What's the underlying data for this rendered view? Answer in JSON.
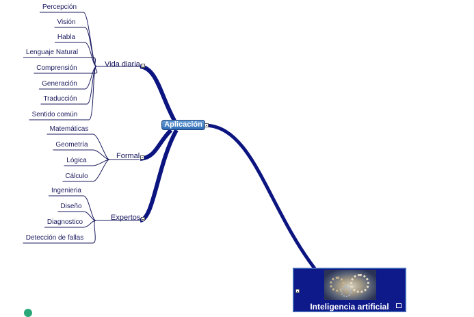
{
  "root": {
    "title": "Inteligencia artificial"
  },
  "center": {
    "label": "Aplicación"
  },
  "branches": [
    {
      "label": "Vida diaria",
      "leaves": [
        "Percepción",
        "Visión",
        "Habla",
        "Lenguaje Natural",
        "Comprensión",
        "Generación",
        "Traducción",
        "Sentido común"
      ]
    },
    {
      "label": "Formal",
      "leaves": [
        "Matemáticas",
        "Geometría",
        "Lógica",
        "Cálculo"
      ]
    },
    {
      "label": "Expertos",
      "leaves": [
        "Ingenieria",
        "Diseño",
        "Diagnostico",
        "Detección de fallas"
      ]
    }
  ],
  "colors": {
    "connector": "#0c1480",
    "thin_line": "#1a1a5e",
    "root_bg": "#0f1a8a"
  }
}
